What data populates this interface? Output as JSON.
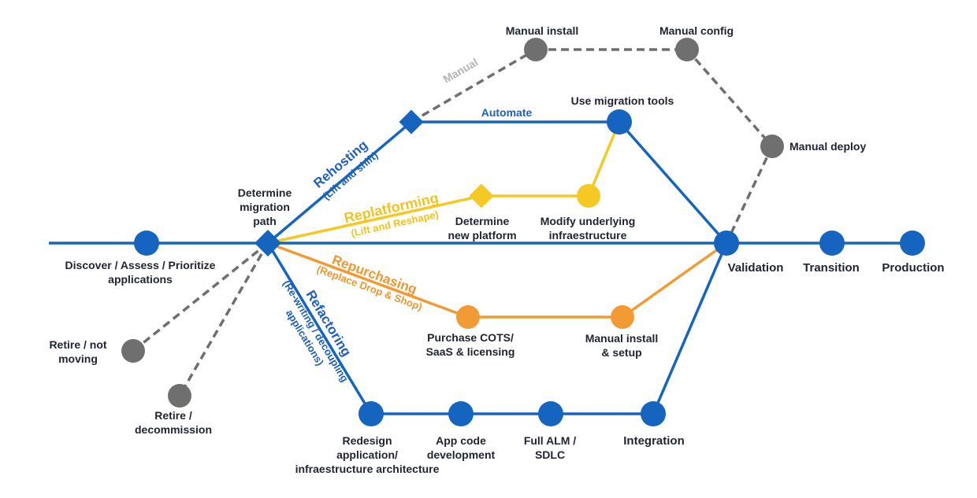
{
  "colors": {
    "blue": "#1565c0",
    "yellow": "#f5c823",
    "orange": "#f29b35",
    "gray": "#6f6f6f",
    "dashed_gray": "#6f6f6f",
    "text": "#1f2430"
  },
  "nodes": {
    "discover": [
      "Discover / Assess / Prioritize",
      "applications"
    ],
    "determine_path": [
      "Determine",
      "migration",
      "path"
    ],
    "manual_install_top": [
      "Manual install"
    ],
    "manual_config": [
      "Manual config"
    ],
    "use_migration_tools": [
      "Use migration tools"
    ],
    "manual_deploy": [
      "Manual deploy"
    ],
    "determine_platform": [
      "Determine",
      "new platform"
    ],
    "modify_infra": [
      "Modify underlying",
      "infraestructure"
    ],
    "purchase_cots": [
      "Purchase COTS/",
      "SaaS & licensing"
    ],
    "manual_install_setup": [
      "Manual install",
      "& setup"
    ],
    "validation": [
      "Validation"
    ],
    "transition": [
      "Transition"
    ],
    "production": [
      "Production"
    ],
    "retire_not_moving": [
      "Retire / not",
      "moving"
    ],
    "retire_decommission": [
      "Retire /",
      "decommission"
    ],
    "redesign": [
      "Redesign",
      "application/",
      "infraestructure architecture"
    ],
    "app_code": [
      "App code",
      "development"
    ],
    "full_alm": [
      "Full ALM /",
      "SDLC"
    ],
    "integration": [
      "Integration"
    ]
  },
  "paths": {
    "rehosting": {
      "title": "Rehosting",
      "sub": "(Lift and shift)"
    },
    "replatforming": {
      "title": "Replatforming",
      "sub": "(Lift and Reshape)"
    },
    "repurchasing": {
      "title": "Repurchasing",
      "sub": "(Replace Drop & Shop)"
    },
    "refactoring": {
      "title": "Refactoring",
      "sub1": "(Re-writing / decoupling",
      "sub2": "applications)"
    },
    "automate": "Automate",
    "manual": "Manual"
  }
}
